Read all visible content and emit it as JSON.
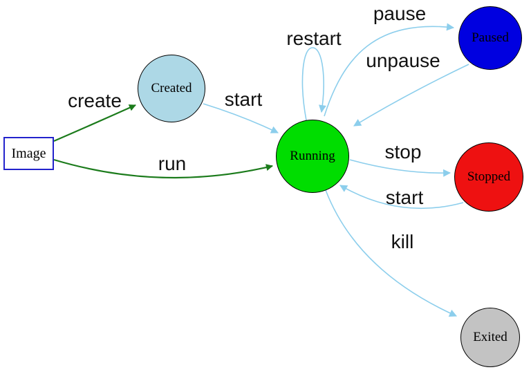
{
  "colors": {
    "edge_blue": "#8cceec",
    "edge_green": "#1b7b1b",
    "image_border": "#2222cc",
    "label_text": "#111111",
    "background": "#ffffff"
  },
  "nodes": [
    {
      "id": "image",
      "label": "Image",
      "shape": "rectangle",
      "fill": "#ffffff",
      "border": "#2222cc"
    },
    {
      "id": "created",
      "label": "Created",
      "shape": "circle",
      "fill": "#add8e6",
      "border": "#000000"
    },
    {
      "id": "running",
      "label": "Running",
      "shape": "circle",
      "fill": "#00dd00",
      "border": "#000000"
    },
    {
      "id": "paused",
      "label": "Paused",
      "shape": "circle",
      "fill": "#0000e0",
      "border": "#000000"
    },
    {
      "id": "stopped",
      "label": "Stopped",
      "shape": "circle",
      "fill": "#ee1111",
      "border": "#000000"
    },
    {
      "id": "exited",
      "label": "Exited",
      "shape": "circle",
      "fill": "#c3c3c3",
      "border": "#000000"
    }
  ],
  "edges": [
    {
      "label": "create",
      "from": "image",
      "to": "created",
      "color": "green"
    },
    {
      "label": "run",
      "from": "image",
      "to": "running",
      "color": "green"
    },
    {
      "label": "start",
      "from": "created",
      "to": "running",
      "color": "blue"
    },
    {
      "label": "restart",
      "from": "running",
      "to": "running",
      "color": "blue"
    },
    {
      "label": "pause",
      "from": "running",
      "to": "paused",
      "color": "blue"
    },
    {
      "label": "unpause",
      "from": "paused",
      "to": "running",
      "color": "blue"
    },
    {
      "label": "stop",
      "from": "running",
      "to": "stopped",
      "color": "blue"
    },
    {
      "label": "start",
      "from": "stopped",
      "to": "running",
      "color": "blue"
    },
    {
      "label": "kill",
      "from": "running",
      "to": "exited",
      "color": "blue"
    }
  ]
}
